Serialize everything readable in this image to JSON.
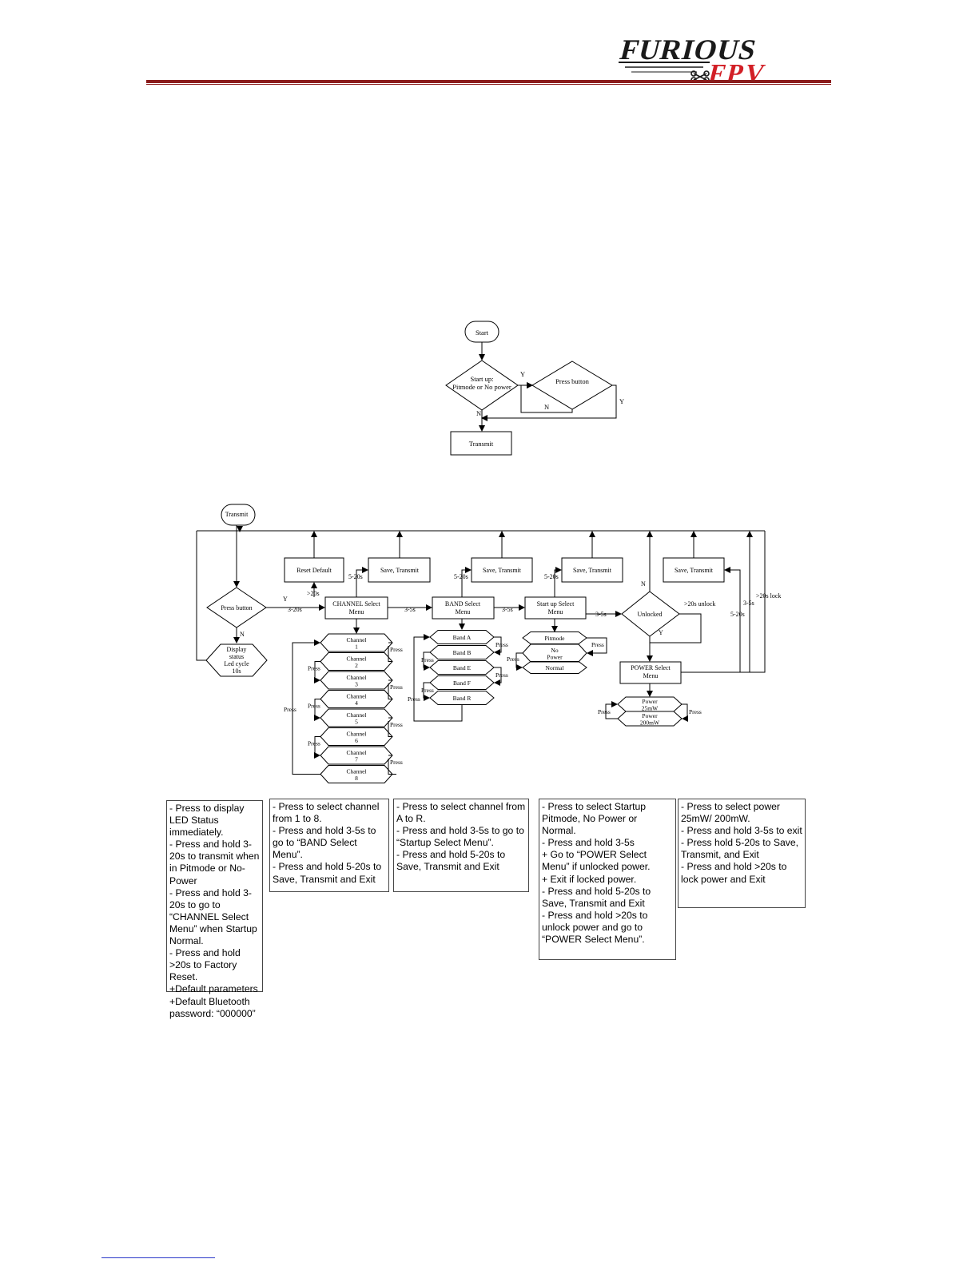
{
  "header": {
    "logo_text": "FURIOUS FPV",
    "brand_red": "#d21f26",
    "rule_color": "#8b1c1c"
  },
  "startup_flow": {
    "start": "Start",
    "decision": [
      "Start up:",
      "Pitmode or No power"
    ],
    "press_button": "Press button",
    "transmit": "Transmit",
    "y1": "Y",
    "y2": "Y",
    "n1": "N",
    "n2": "N"
  },
  "menu_flow": {
    "transmit": "Transmit",
    "press_button": "Press button",
    "display_status": [
      "Display",
      "status",
      "Led cycle",
      "10s"
    ],
    "reset_default": "Reset Default",
    "save_transmit": [
      "Save, Transmit",
      "Save, Transmit",
      "Save, Transmit",
      "Save, Transmit"
    ],
    "channel_menu": [
      "CHANNEL Select",
      "Menu"
    ],
    "band_menu": [
      "BAND Select",
      "Menu"
    ],
    "startup_menu": [
      "Start up Select",
      "Menu"
    ],
    "unlocked": "Unlocked",
    "power_menu": [
      "POWER Select",
      "Menu"
    ],
    "channels": [
      "Channel 1",
      "Channel 2",
      "Channel 3",
      "Channel 4",
      "Channel 5",
      "Channel 6",
      "Channel 7",
      "Channel 8"
    ],
    "bands": [
      "Band A",
      "Band B",
      "Band E",
      "Band F",
      "Band R"
    ],
    "startup_modes": [
      "Pitmode",
      "No Power",
      "Normal"
    ],
    "powers": [
      "Power 25mW",
      "Power 200mW"
    ],
    "labels": {
      "y": "Y",
      "n": "N",
      "t_3_20s": "3-20s",
      "t_gt20s": ">20s",
      "t_5_20s_a": "5-20s",
      "t_3_5s_a": "3-5s",
      "t_5_20s_b": "5-20s",
      "t_3_5s_b": "3-5s",
      "t_5_20s_c": "5-20s",
      "t_3_5s_c": "3-5s",
      "unlock": ">20s unlock",
      "y2": "Y",
      "n2": "N",
      "t_5_20s_d": "5-20s",
      "t_3_5s_d": "3-5s",
      "lock": ">20s lock",
      "press": "Press"
    }
  },
  "notes": {
    "transmit": [
      "- Press to display LED Status immediately.",
      "- Press and hold 3-20s to transmit when in Pitmode or No-Power",
      "- Press and hold 3-20s to go to “CHANNEL Select Menu” when Startup Normal.",
      "- Press and hold >20s to Factory Reset.",
      "+Default parameters",
      "+Default Bluetooth password: “000000”"
    ],
    "channel": [
      "- Press to select channel from 1 to 8.",
      "- Press and hold 3-5s to go to “BAND Select Menu”.",
      "- Press and hold 5-20s to Save, Transmit and Exit"
    ],
    "band": [
      "- Press to select channel from A to R.",
      "- Press and hold 3-5s to go to “Startup Select Menu”.",
      "- Press and hold 5-20s to Save, Transmit and Exit"
    ],
    "startup": [
      "- Press to select Startup Pitmode, No Power or Normal.",
      "- Press and hold 3-5s",
      "+ Go to “POWER Select Menu” if unlocked power.",
      "+ Exit if locked power.",
      "- Press and hold 5-20s to Save, Transmit and Exit",
      "- Press and hold >20s to unlock power and go to “POWER Select Menu”."
    ],
    "power": [
      "- Press to select power 25mW/ 200mW.",
      "- Press and hold 3-5s to exit",
      "- Press hold 5-20s to Save, Transmit, and Exit",
      "- Press and hold >20s to lock power and Exit"
    ]
  }
}
